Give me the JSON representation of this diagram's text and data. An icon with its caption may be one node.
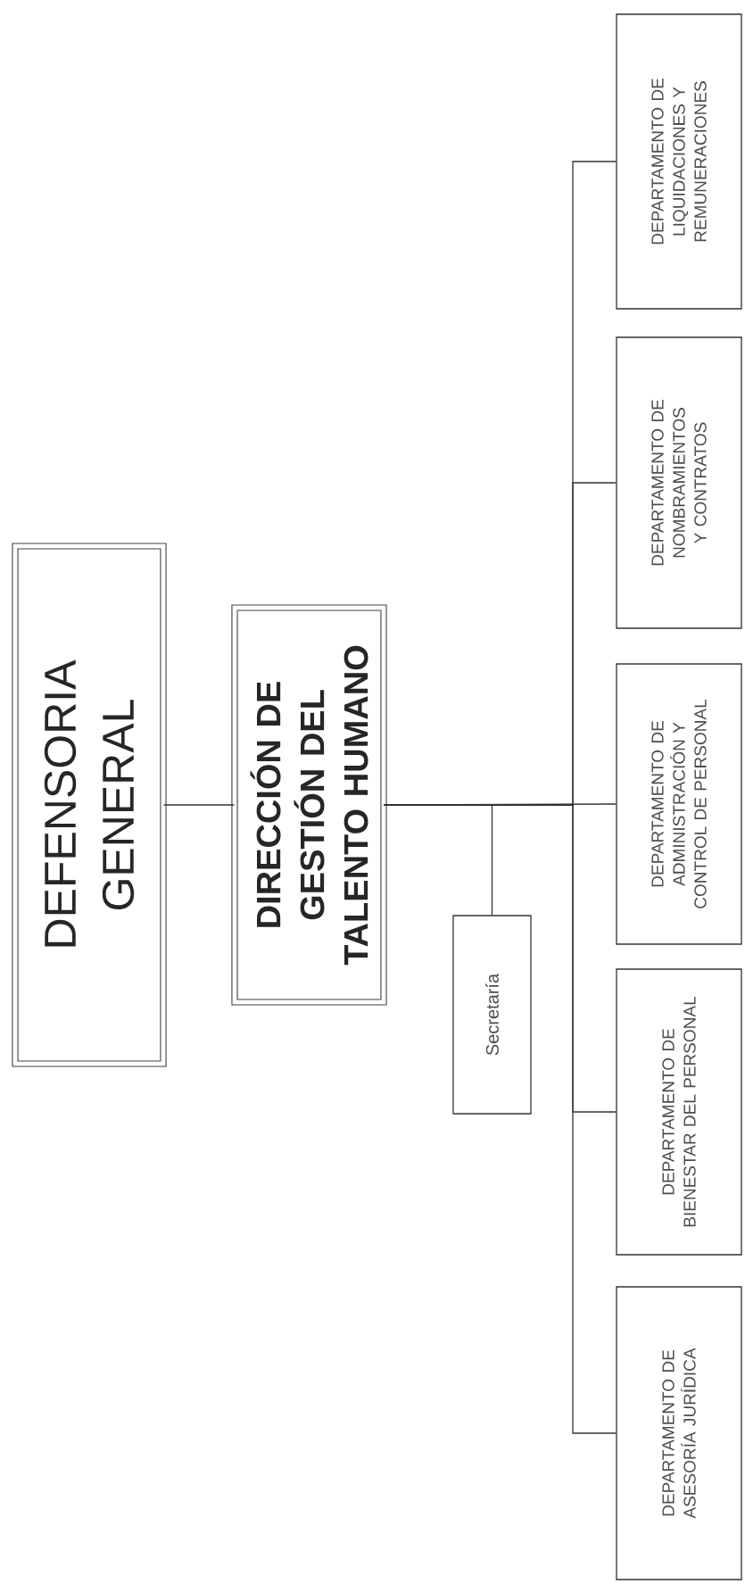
{
  "diagram": {
    "nodes": [
      {
        "text": [
          "DEFENSORIA GENERAL"
        ]
      },
      {
        "text": [
          "DIRECCIÓN DE GESTIÓN DEL TALENTO HUMANO"
        ]
      },
      {
        "text": [
          "Secretaría"
        ]
      },
      {
        "text": [
          "DEPARTAMENTO DE ASESORÍA JURÍDICA"
        ]
      },
      {
        "text": [
          "DEPARTAMENTO DE BIENESTAR DEL PERSONAL"
        ]
      },
      {
        "text": [
          "DEPARTAMENTO DE ADMINISTRACIÓN Y CONTROL DE PERSONAL"
        ]
      },
      {
        "text": [
          "DEPARTAMENTO DE NOMBRAMIENTOS Y CONTRATOS"
        ]
      },
      {
        "text": [
          "DEPARTAMENTO DE LIQUIDACIONES Y REMUNERACIONES"
        ]
      }
    ],
    "edges": [
      {
        "from": 0,
        "to": 1,
        "arrow": "none"
      },
      {
        "from": 1,
        "to": 2,
        "arrow": "none"
      },
      {
        "from": 1,
        "to": 3,
        "arrow": "none"
      },
      {
        "from": 1,
        "to": 4,
        "arrow": "none"
      },
      {
        "from": 1,
        "to": 5,
        "arrow": "none"
      },
      {
        "from": 1,
        "to": 6,
        "arrow": "none"
      },
      {
        "from": 1,
        "to": 7,
        "arrow": "none"
      }
    ]
  }
}
